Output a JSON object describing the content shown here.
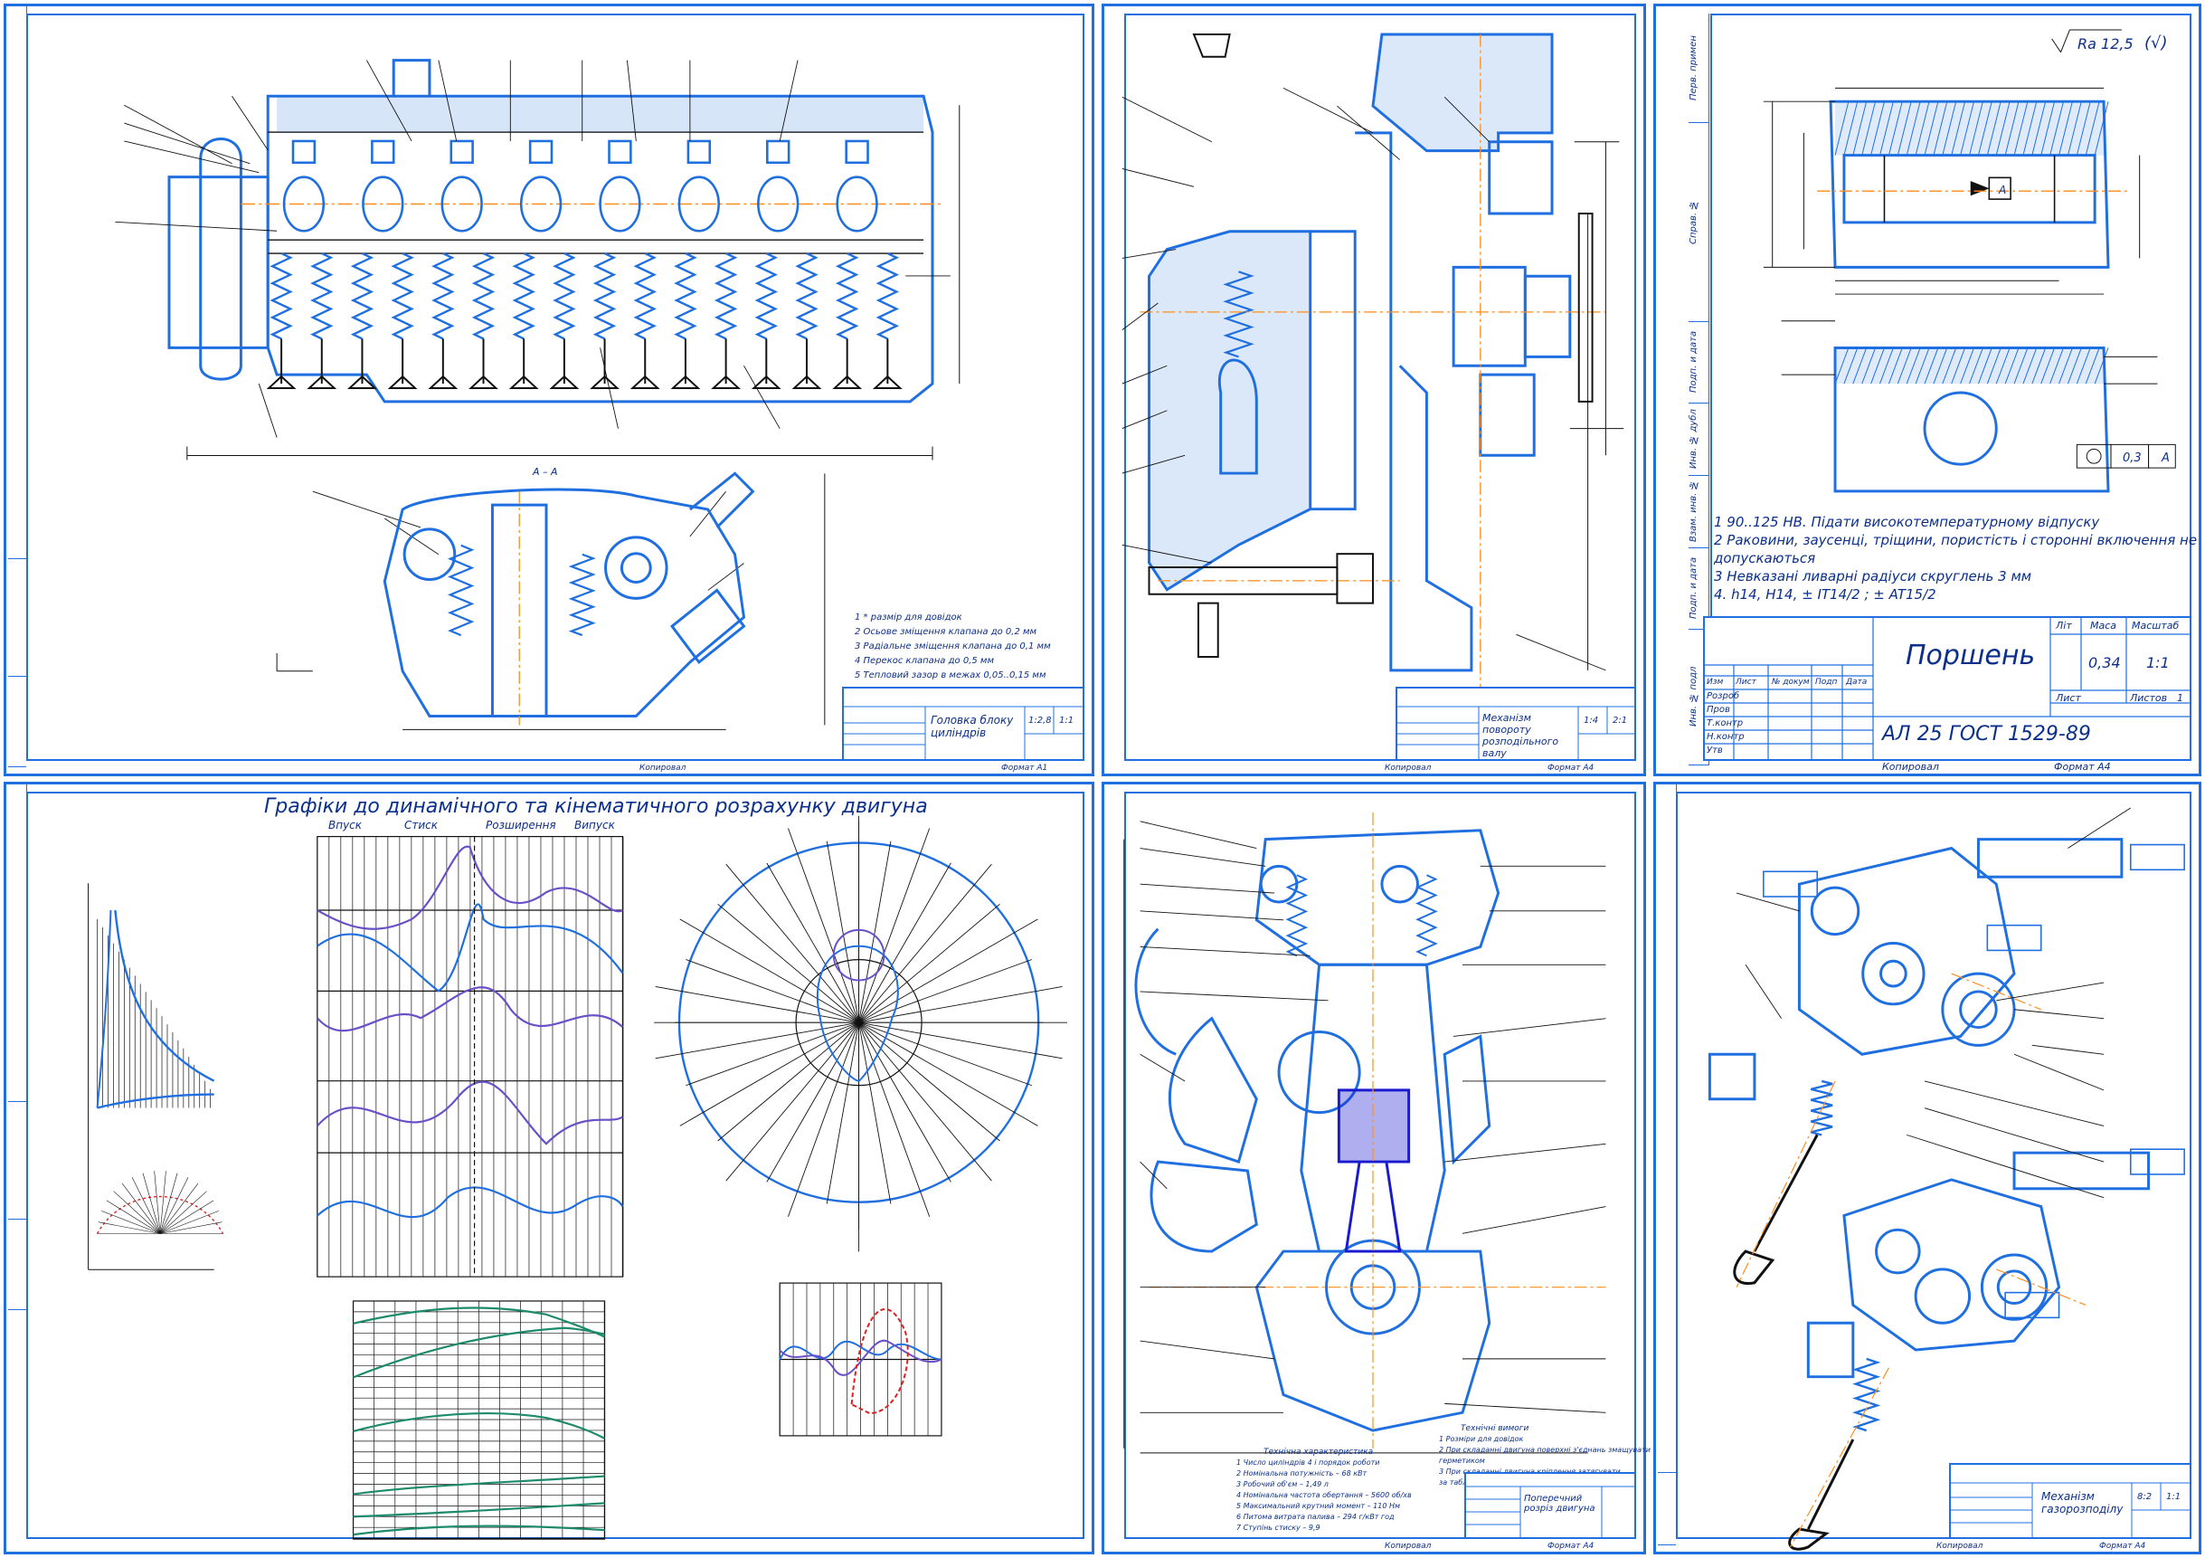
{
  "colors": {
    "line": "#1f6fe0",
    "ink": "#0b2f8a",
    "black": "#111111",
    "axis": "#ff8c1a",
    "green": "#1d8a6b",
    "purple": "#6a4fc8",
    "red": "#e02020"
  },
  "footer": {
    "copy": "Копировал",
    "format_a4": "Формат   А4",
    "format_a1": "Формат   А1"
  },
  "sheet1": {
    "notes": [
      "1 * размір для довідок",
      "2 Осьове зміщення клапана до 0,2 мм",
      "3 Радіальне зміщення клапана до 0,1 мм",
      "4 Перекос клапана до 0,5 мм",
      "5 Тепловий зазор в межах 0,05..0,15 мм"
    ],
    "section_label": "А – А",
    "title": "Головка блоку циліндрів",
    "scale_a": "1:2,8",
    "scale_b": "1:1"
  },
  "sheet2": {
    "title": "Механізм повороту розподільного валу",
    "scale_a": "1:4",
    "scale_b": "2:1"
  },
  "sheet3": {
    "roughness": "Ra 12,5",
    "roughness_mark": "(√)",
    "datum": "А",
    "tolerance": "0,3",
    "tolerance_datum": "А",
    "notes": [
      "1 90..125 НВ. Підати високотемпературному відпуску",
      "2 Раковини, заусенці, тріщини, пористість і сторонні включення не",
      "   допускаються",
      "3  Невказані ливарні радіуси скруглень 3 мм",
      "4. h14, H14, ± IT14/2 ; ± AT15/2"
    ],
    "title": "Поршень",
    "designation": "АЛ 25 ГОСТ 1529-89",
    "lit": "Літ",
    "mass_header": "Маса",
    "scale_header": "Масштаб",
    "mass": "0,34",
    "scale": "1:1",
    "sheet_header": "Лист",
    "sheets_header": "Листов",
    "sheets": "1",
    "rows": [
      "Розроб",
      "Пров",
      "Т.контр",
      "Н.контр",
      "Утв"
    ],
    "cols": [
      "Изм",
      "Лист",
      "№ докум",
      "Подп",
      "Дата"
    ],
    "side_labels": [
      "Перв. примен",
      "Справ. №",
      "Подп. и дата",
      "Инв. № дубл",
      "Взам. инв. №",
      "Подп. и дата",
      "Инв. № подл"
    ]
  },
  "sheet4": {
    "title": "Графіки до динамічного та кінематичного розрахунку двигуна",
    "phases": [
      "Впуск",
      "Стиск",
      "Розширення",
      "Випуск"
    ]
  },
  "sheet5": {
    "spec_title": "Технічна характеристика",
    "spec": [
      "1 Число циліндрів 4 і порядок роботи",
      "2 Номінальна потужність – 68 кВт",
      "3 Робочий об'єм – 1,49 л",
      "4 Номінальна частота обертання – 5600 об/хв",
      "5 Максимальний крутний момент – 110 Нм",
      "6 Питома витрата палива – 294 г/кВт год",
      "7 Ступінь стиску – 9,9"
    ],
    "req_title": "Технічні вимоги",
    "req": [
      "1 Розміри для довідок",
      "2 При складанні двигуна поверхні з'єднань змащувати",
      "   герметиком",
      "3 При складанні двигуна кріплення затягувати",
      "   за таблицею"
    ],
    "title": "Поперечний розріз двигуна"
  },
  "sheet6": {
    "title": "Механізм газорозподілу",
    "scale_a": "8:2",
    "scale_b": "1:1"
  }
}
